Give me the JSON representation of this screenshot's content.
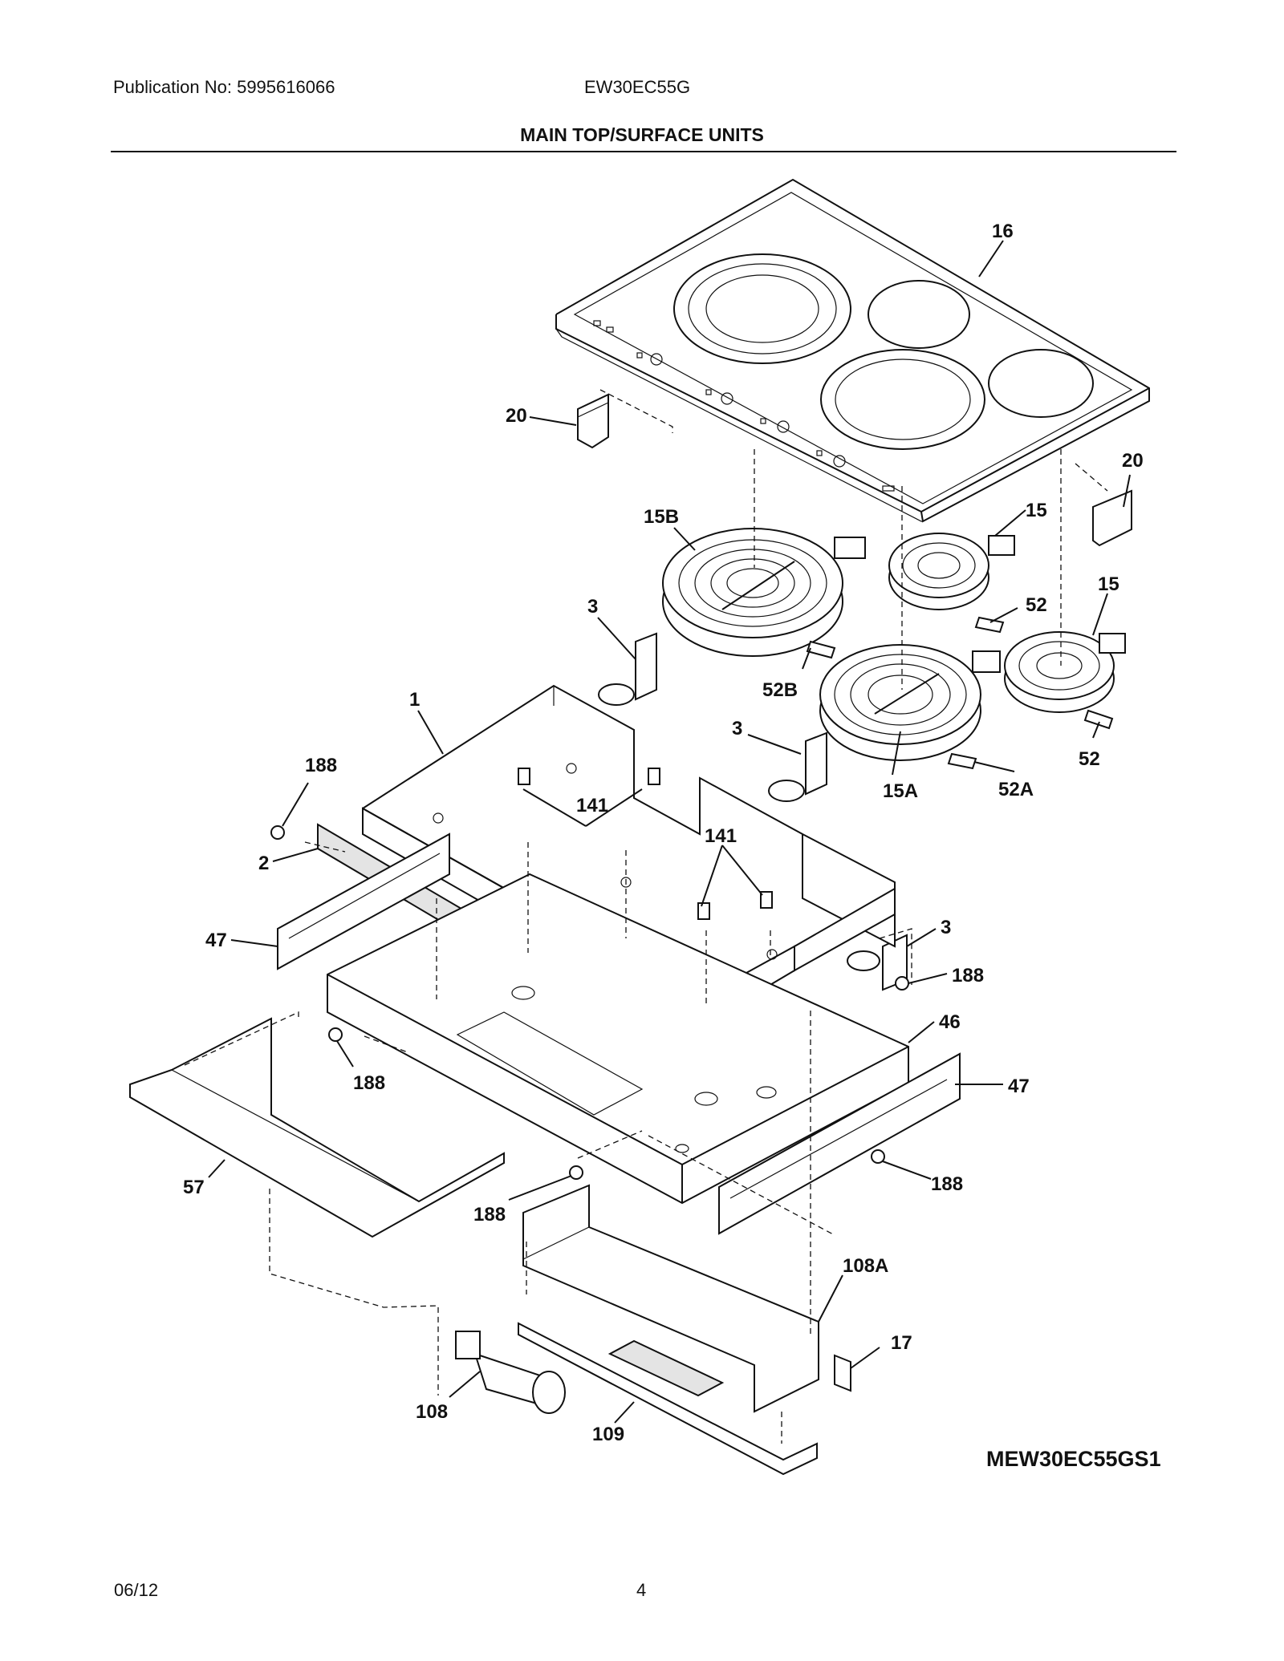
{
  "header": {
    "publication": "Publication No: 5995616066",
    "model": "EW30EC55G",
    "title": "MAIN TOP/SURFACE UNITS"
  },
  "callouts": {
    "c16": "16",
    "c20a": "20",
    "c20b": "20",
    "c15b": "15B",
    "c15a_top": "15",
    "c52_top": "52",
    "c15_right": "15",
    "c3a": "3",
    "c52b": "52B",
    "c1": "1",
    "c3b": "3",
    "c188a": "188",
    "c141a": "141",
    "c15a": "15A",
    "c52a": "52A",
    "c52_right": "52",
    "c2": "2",
    "c141b": "141",
    "c47a": "47",
    "c3c": "3",
    "c188b": "188",
    "c46": "46",
    "c188c": "188",
    "c47b": "47",
    "c57": "57",
    "c188d": "188",
    "c188e": "188",
    "c108a": "108A",
    "c17": "17",
    "c108": "108",
    "c109": "109"
  },
  "footer": {
    "diagram_code": "MEW30EC55GS1",
    "date": "06/12",
    "page": "4"
  }
}
